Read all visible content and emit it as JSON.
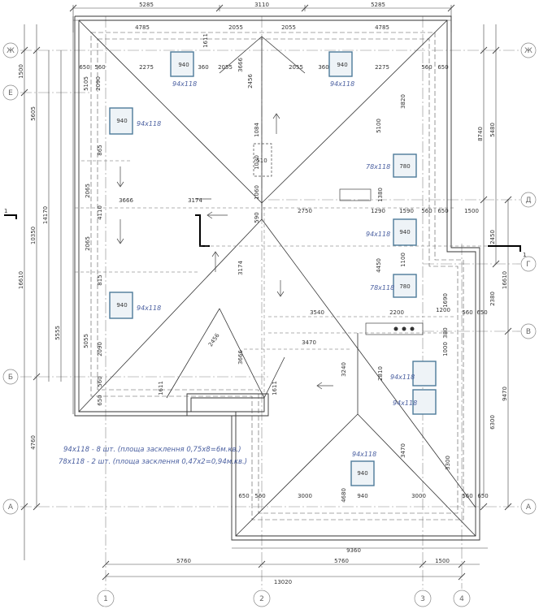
{
  "axes": {
    "rows": [
      "Ж",
      "Е",
      "Д",
      "Г",
      "В",
      "Б",
      "А"
    ],
    "cols": [
      "1",
      "2",
      "3",
      "4"
    ],
    "section_mark": "1"
  },
  "dims": {
    "top_left": "5285",
    "top_mid": "3110",
    "top_right": "5285",
    "top2_4785a": "4785",
    "top2_650a": "650",
    "top2_560a": "560",
    "top2_1611": "1611",
    "top2_2055a": "2055",
    "top2_650b": "650",
    "top2_2055b": "2055",
    "top2_4785b": "4785",
    "top2_560b": "560",
    "row_650a": "650",
    "row_560a": "560",
    "row_2275": "2275",
    "row_940a": "940",
    "row_360a": "360",
    "row_2055": "2055",
    "row_360b": "360",
    "row_940b": "940",
    "row_560b": "560",
    "row_650b": "650",
    "bottom_650a": "650",
    "bottom_560a": "560",
    "bottom_3000a": "3000",
    "bottom_940": "940",
    "bottom_3000b": "3000",
    "bottom_560b": "560",
    "bottom_650b": "650",
    "bottom_9360": "9360",
    "bottom_5760a": "5760",
    "bottom_5760b": "5760",
    "bottom_1500": "1500",
    "bottom_13020": "13020",
    "left_1500": "1500",
    "left_5605": "5605",
    "left_14170": "14170",
    "left_10350": "10350",
    "left_16610": "16610",
    "left_4760": "4760",
    "left_5555": "5555",
    "right_8740": "8740",
    "right_5480": "5480",
    "right_2450": "2450",
    "right_16610": "16610",
    "right_2380": "2380",
    "right_9470": "9470",
    "right_6300": "6300",
    "mid_3174a": "3174",
    "mid_2750": "2750",
    "mid_1290": "1290",
    "mid_1590": "1590",
    "mid_560": "560",
    "mid_650": "650",
    "mid_1500": "1500",
    "mid_3666": "3666",
    "mid_590": "590",
    "mid_3540": "3540",
    "mid_2200": "2200",
    "mid_1200": "1200",
    "mid_560b": "560",
    "mid_650b": "650",
    "mid_3470": "3470",
    "mid_3174b": "3174",
    "mid_2456a": "2456",
    "mid_2456b": "2456",
    "mid_3666b": "3666",
    "v_2090a": "2090",
    "v_5105": "5105",
    "v_865": "865",
    "v_1611": "1611",
    "v_2065a": "2065",
    "v_4110": "4110",
    "v_2065b": "2065",
    "v_815": "815",
    "v_2090b": "2090",
    "v_5055": "5055",
    "v_560": "560",
    "v_650": "650",
    "v_1084": "1084",
    "v_1030": "1030",
    "v_1060": "1060",
    "v_510": "510",
    "v_3820": "3820",
    "v_5100": "5100",
    "v_4450": "4450",
    "v_1100": "1100",
    "v_1690": "1690",
    "v_1000": "1000",
    "v_3240": "3240",
    "v_2810": "2810",
    "v_3300": "3300",
    "v_3470": "3470",
    "v_4680": "4680",
    "v_1611b": "1611",
    "v_3666": "3666",
    "v_1380": "1380",
    "v_380": "380"
  },
  "windows": {
    "label_94x118": "94x118",
    "label_78x118": "78x118",
    "num_940": "940",
    "num_780": "780",
    "num_510": "510"
  },
  "notes": {
    "line1": "94x118 - 8 шт. (площа засклення 0,75x8=6м.кв.)",
    "line2": "78x118 - 2 шт. (площа засклення 0,47x2=0,94м.кв.)"
  },
  "colors": {
    "line": "#3a3a3a",
    "dash": "#555555",
    "axis": "#777777",
    "note": "#4a5fa0",
    "window_fill": "#eef3f7"
  }
}
